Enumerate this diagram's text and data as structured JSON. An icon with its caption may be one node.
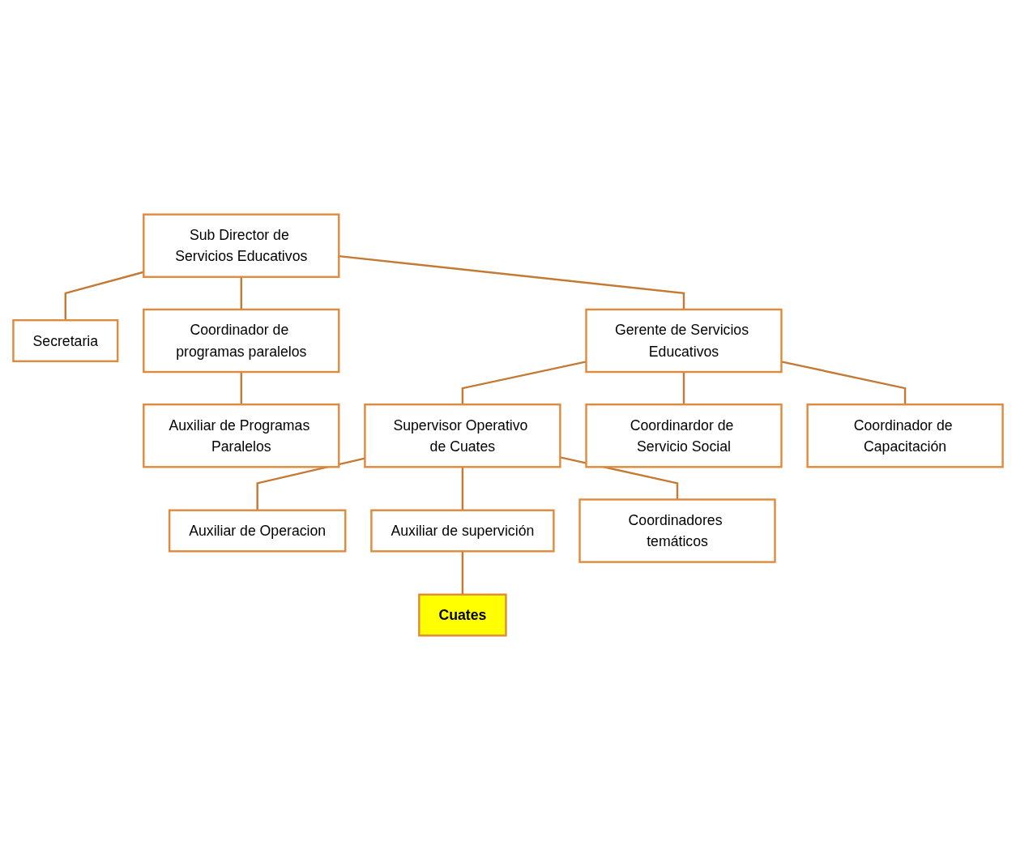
{
  "diagram": {
    "nodes": [
      {
        "text": [
          "Sub Director de Servicios Educativos"
        ]
      },
      {
        "text": [
          "Secretaria"
        ]
      },
      {
        "text": [
          "Coordinador de programas paralelos"
        ]
      },
      {
        "text": [
          "Gerente de Servicios Educativos"
        ]
      },
      {
        "text": [
          "Auxiliar de Programas Paralelos"
        ]
      },
      {
        "text": [
          "Supervisor Operativo de Cuates"
        ]
      },
      {
        "text": [
          "Coordinardor de Servicio Social"
        ]
      },
      {
        "text": [
          "Coordinador de Capacitación"
        ]
      },
      {
        "text": [
          "Auxiliar de Operacion"
        ]
      },
      {
        "text": [
          "Auxiliar de supervición"
        ]
      },
      {
        "text": [
          "Coordinadores temáticos"
        ]
      },
      {
        "text": [
          "Cuates"
        ]
      }
    ],
    "edges": [
      {
        "from": 0,
        "to": 1,
        "arrow": "none"
      },
      {
        "from": 0,
        "to": 2,
        "arrow": "none"
      },
      {
        "from": 0,
        "to": 3,
        "arrow": "none"
      },
      {
        "from": 2,
        "to": 4,
        "arrow": "none"
      },
      {
        "from": 3,
        "to": 5,
        "arrow": "none"
      },
      {
        "from": 3,
        "to": 6,
        "arrow": "none"
      },
      {
        "from": 3,
        "to": 7,
        "arrow": "none"
      },
      {
        "from": 5,
        "to": 8,
        "arrow": "none"
      },
      {
        "from": 5,
        "to": 9,
        "arrow": "none"
      },
      {
        "from": 5,
        "to": 10,
        "arrow": "none"
      },
      {
        "from": 9,
        "to": 11,
        "arrow": "none"
      }
    ]
  }
}
